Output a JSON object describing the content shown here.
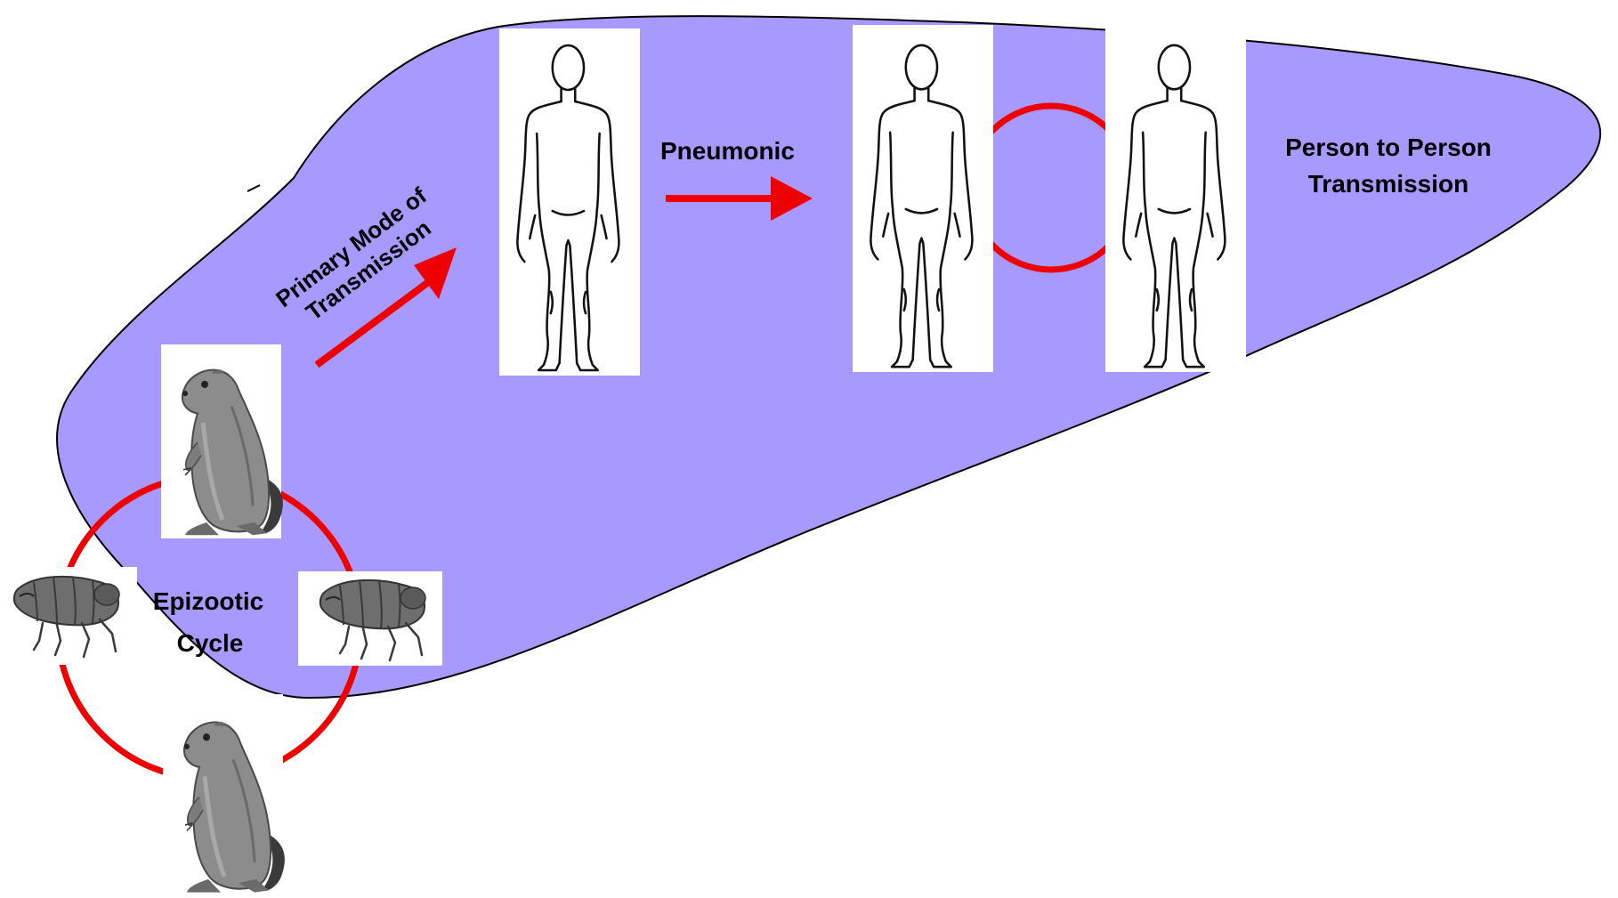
{
  "labels": {
    "primary_line1": "Primary Mode of",
    "primary_line2": "Transmission",
    "pneumonic": "Pneumonic",
    "person_line1": "Person to Person",
    "person_line2": "Transmission",
    "epizootic_line1": "Epizootic",
    "epizootic_line2": "Cycle"
  },
  "colors": {
    "blob_fill": "#a899ff",
    "blob_stroke": "#000000",
    "arrow": "#ee0000",
    "card": "#ffffff",
    "figure_ink": "#111111",
    "rodent_body": "#8c8c8c",
    "rodent_dark": "#4a4a4a",
    "flea_body": "#6e6e6e"
  },
  "icons": {
    "human": "human-figure-icon",
    "rodent": "prairie-dog-icon",
    "flea": "flea-icon"
  }
}
